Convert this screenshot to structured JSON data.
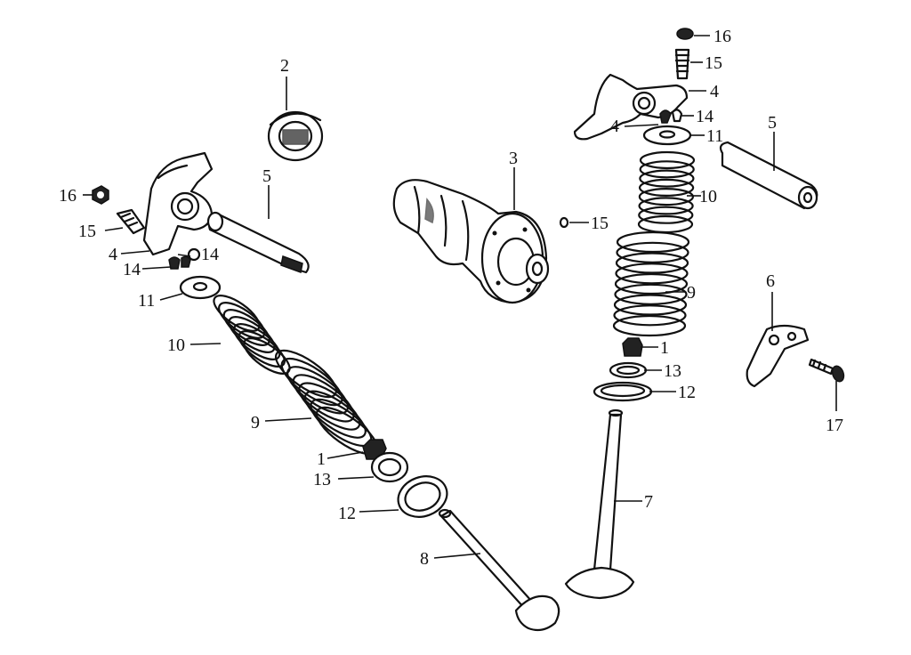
{
  "colors": {
    "ink": "#111111",
    "paper": "#ffffff"
  },
  "callouts": {
    "left_16": "16",
    "left_15": "15",
    "left_4": "4",
    "left_14a": "14",
    "left_14b": "14",
    "left_11": "11",
    "left_10": "10",
    "left_9": "9",
    "left_1": "1",
    "left_13": "13",
    "left_12": "12",
    "left_8": "8",
    "left_2": "2",
    "left_5": "5",
    "cam_3": "3",
    "cam_15": "15",
    "right_16": "16",
    "right_15": "15",
    "right_4a": "4",
    "right_4b": "4",
    "right_14": "14",
    "right_11": "11",
    "right_5": "5",
    "right_10": "10",
    "right_9": "9",
    "right_1": "1",
    "right_13": "13",
    "right_12": "12",
    "right_7": "7",
    "right_6": "6",
    "right_17": "17"
  }
}
